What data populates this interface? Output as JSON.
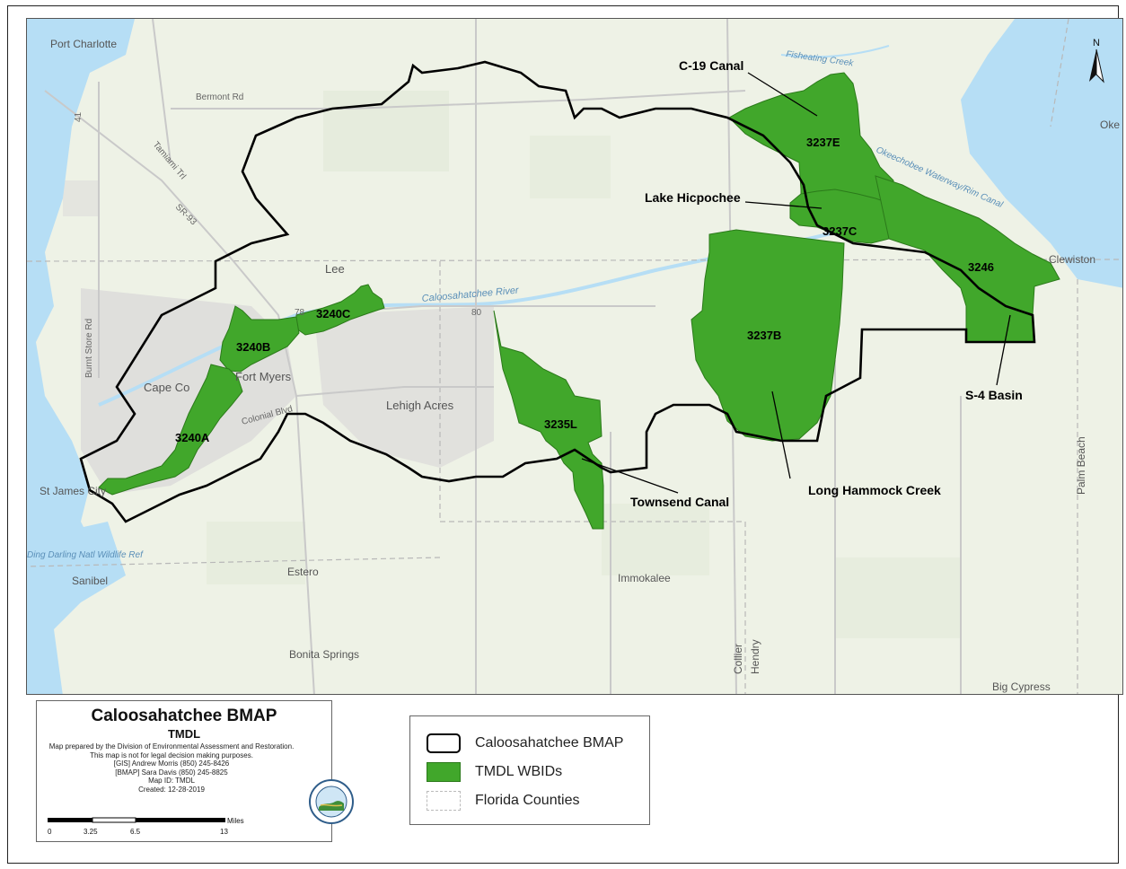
{
  "map": {
    "place_labels": [
      "Port Charlotte",
      "Lee",
      "Cape Co",
      "Fort Myers",
      "Lehigh Acres",
      "St James City",
      "Sanibel",
      "Estero",
      "Bonita Springs",
      "Immokalee",
      "Collier",
      "Hendry",
      "Palm Beach",
      "Big Cypress",
      "Oke",
      "Clewiston"
    ],
    "road_labels": [
      "Bermont Rd",
      "Burnt Store Rd",
      "Tamiami Trl",
      "SR-93",
      "Colonial Blvd",
      "78",
      "80",
      "41"
    ],
    "water_labels": [
      "Caloosahatchee River",
      "Fisheating Creek",
      "Okeechobee Waterway/Rim Canal",
      "Ding Darling Natl Wildlife Ref"
    ],
    "wbid_labels": [
      "3237E",
      "3237C",
      "3246",
      "3237B",
      "3240C",
      "3240B",
      "3240A",
      "3235L"
    ],
    "callout_labels": [
      "C-19 Canal",
      "Lake Hicpochee",
      "S-4 Basin",
      "Long Hammock Creek",
      "Townsend Canal"
    ],
    "north_arrow": "N",
    "colors": {
      "wbid_fill": "#41a72b",
      "boundary": "#000000",
      "water": "#b6def5",
      "land": "#eef2e6"
    }
  },
  "title_block": {
    "title": "Caloosahatchee BMAP",
    "subtitle": "TMDL",
    "note1": "Map prepared by the Division of Environmental Assessment and Restoration.",
    "note2": "This map is not for legal decision making purposes.",
    "gis": "[GIS] Andrew Morris (850) 245-8426",
    "bmap": "[BMAP] Sara Davis (850) 245-8825",
    "map_id": "Map ID: TMDL",
    "created": "Created: 12-28-2019",
    "scale_unit": "Miles",
    "scale_ticks": [
      "0",
      "3.25",
      "6.5",
      "13"
    ]
  },
  "legend": {
    "items": [
      {
        "label": "Caloosahatchee BMAP"
      },
      {
        "label": "TMDL WBIDs"
      },
      {
        "label": "Florida Counties"
      }
    ]
  }
}
